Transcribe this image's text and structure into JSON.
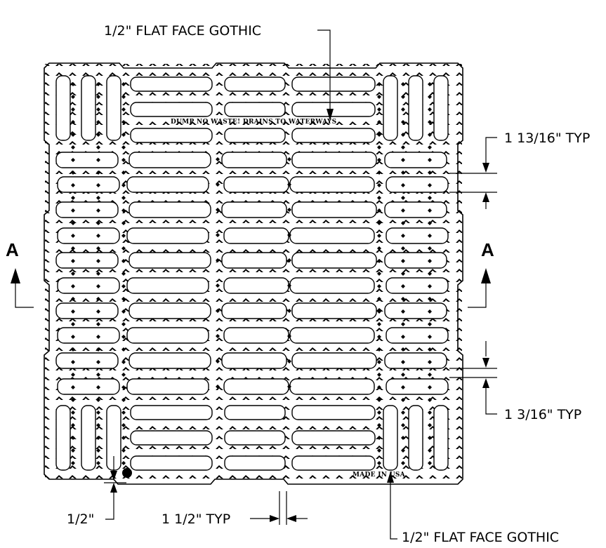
{
  "callouts": {
    "top_text_note": "1/2\" FLAT FACE GOTHIC",
    "bottom_text_note": "1/2\" FLAT FACE GOTHIC",
    "slot_width_typ": "1 13/16\" TYP",
    "bar_width_typ": "1 3/16\" TYP",
    "edge_margin": "1/2\"",
    "slot_gap_typ": "1 1/2\" TYP"
  },
  "section": {
    "left_marker": "A",
    "right_marker": "A"
  },
  "cast_text": {
    "top": "DUMP NO WASTE!  DRAINS TO WATERWAYS",
    "bottom": "MADE IN USA"
  }
}
